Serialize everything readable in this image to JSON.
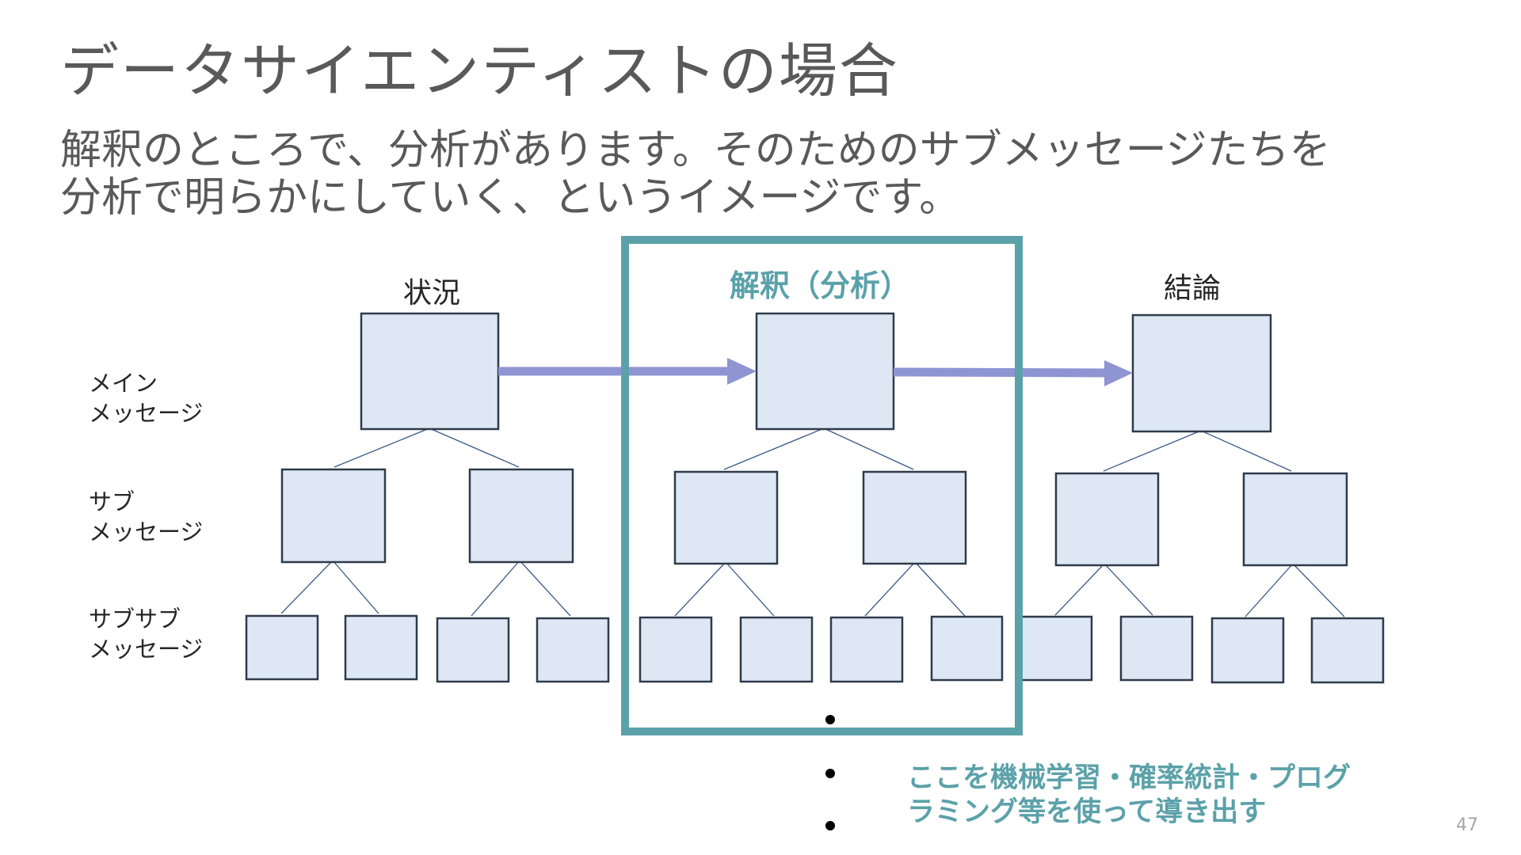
{
  "slide": {
    "title": "データサイエンティストの場合",
    "subtitle_lines": [
      "解釈のところで、分析があります。そのためのサブメッセージたちを",
      "分析で明らかにしていく、というイメージです。"
    ],
    "page_number": "47"
  },
  "diagram": {
    "columns": [
      {
        "label": "状況",
        "highlighted": false
      },
      {
        "label": "解釈（分析）",
        "highlighted": true
      },
      {
        "label": "結論",
        "highlighted": false
      }
    ],
    "row_labels": [
      {
        "lines": [
          "メイン",
          "メッセージ"
        ]
      },
      {
        "lines": [
          "サブ",
          "メッセージ"
        ]
      },
      {
        "lines": [
          "サブサブ",
          "メッセージ"
        ]
      }
    ],
    "note_lines": [
      "ここを機械学習・確率統計・プログ",
      "ラミング等を使って導き出す"
    ],
    "colors": {
      "box_fill": "#dee8f4",
      "box_stroke": "#2f3b4b",
      "arrow": "#8f94d2",
      "highlight_frame": "#5ba1a9",
      "note_text": "#5ba1a9"
    }
  }
}
